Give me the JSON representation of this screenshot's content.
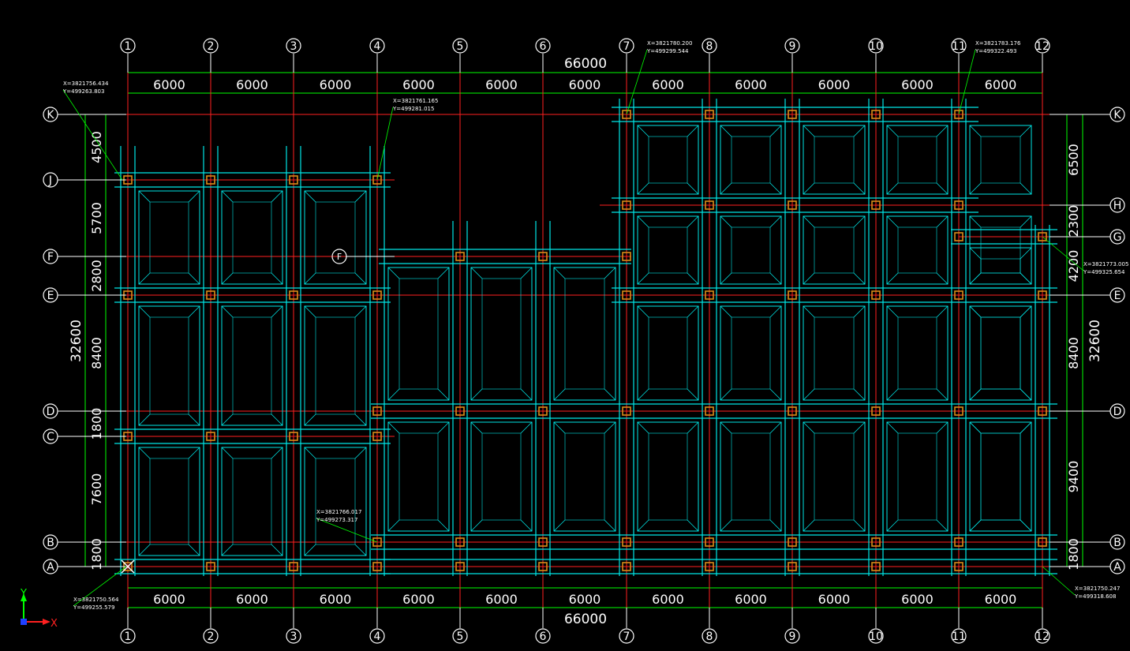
{
  "colors": {
    "background": "#000000",
    "axis": "#ff2020",
    "beam": "#00e5e5",
    "dimension": "#00ff00",
    "text": "#ffffff",
    "column": "#d98c1a",
    "ucs": "#ff2020"
  },
  "axes": {
    "x_labels": [
      "1",
      "2",
      "3",
      "4",
      "5",
      "6",
      "7",
      "8",
      "9",
      "10",
      "11",
      "12"
    ],
    "y_labels": [
      "A",
      "B",
      "C",
      "D",
      "E",
      "F",
      "G",
      "H",
      "J",
      "K"
    ],
    "left_labels": [
      "K",
      "J",
      "F",
      "E",
      "D",
      "C",
      "B",
      "A"
    ],
    "right_labels": [
      "K",
      "H",
      "G",
      "E",
      "D",
      "B",
      "A"
    ],
    "floating_label": "F"
  },
  "dimensions": {
    "top_total": "66000",
    "bottom_total": "66000",
    "bays": [
      "6000",
      "6000",
      "6000",
      "6000",
      "6000",
      "6000",
      "6000",
      "6000",
      "6000",
      "6000",
      "6000"
    ],
    "left_total": "32600",
    "right_total": "32600",
    "left_spans": [
      "4500",
      "5700",
      "2800",
      "8400",
      "1800",
      "7600",
      "1800"
    ],
    "right_spans": [
      "6500",
      "2300",
      "4200",
      "8400",
      "9400",
      "1800"
    ]
  },
  "coordinates": [
    {
      "x": "X=3821756.434",
      "y": "Y=499263.803"
    },
    {
      "x": "X=3821761.165",
      "y": "Y=499281.015"
    },
    {
      "x": "X=3821780.200",
      "y": "Y=499299.544"
    },
    {
      "x": "X=3821783.176",
      "y": "Y=499322.493"
    },
    {
      "x": "X=3821773.005",
      "y": "Y=499325.654"
    },
    {
      "x": "X=3821766.017",
      "y": "Y=499273.317"
    },
    {
      "x": "X=3821750.564",
      "y": "Y=499255.579"
    },
    {
      "x": "X=3821750.247",
      "y": "Y=499318.608"
    }
  ],
  "ucs": {
    "x_label": "X",
    "y_label": "Y"
  }
}
